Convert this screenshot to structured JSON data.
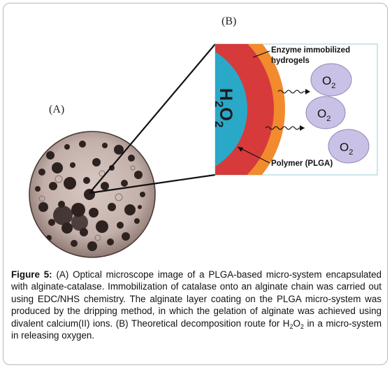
{
  "panel_a_label": "(A)",
  "panel_b_label": "(B)",
  "diagram": {
    "top_label_line1": "Enzyme immobilized",
    "top_label_line2": "hydrogels",
    "core_text": "H2O2",
    "core_main_h": "H",
    "core_sub_2a": "2",
    "core_main_o": "O",
    "core_sub_2b": "2",
    "bottom_label": "Polymer (PLGA)",
    "bubble_main": "O",
    "bubble_sub": "2",
    "colors": {
      "core": "#2aa8c8",
      "polymer_ring": "#d63a3a",
      "hydrogel_ring": "#f28a2e",
      "bubble": "#c9c2e6",
      "box_border": "#9ccfd6"
    }
  },
  "caption": {
    "figure_label": "Figure 5:",
    "text_part1": " (A) Optical microscope image of a PLGA-based micro-system encapsulated with alginate-catalase. Immobilization of catalase onto an alginate chain was carried out using EDC/NHS chemistry. The alginate layer coating on the PLGA micro-system was produced by the dripping method, in which the gelation of alginate was achieved using divalent calcium(II) ions. (B) Theoretical decomposition route for ",
    "formula_h": "H",
    "formula_sub1": "2",
    "formula_o": "O",
    "formula_sub2": "2",
    "text_part2": " in a micro-system in releasing oxygen."
  }
}
